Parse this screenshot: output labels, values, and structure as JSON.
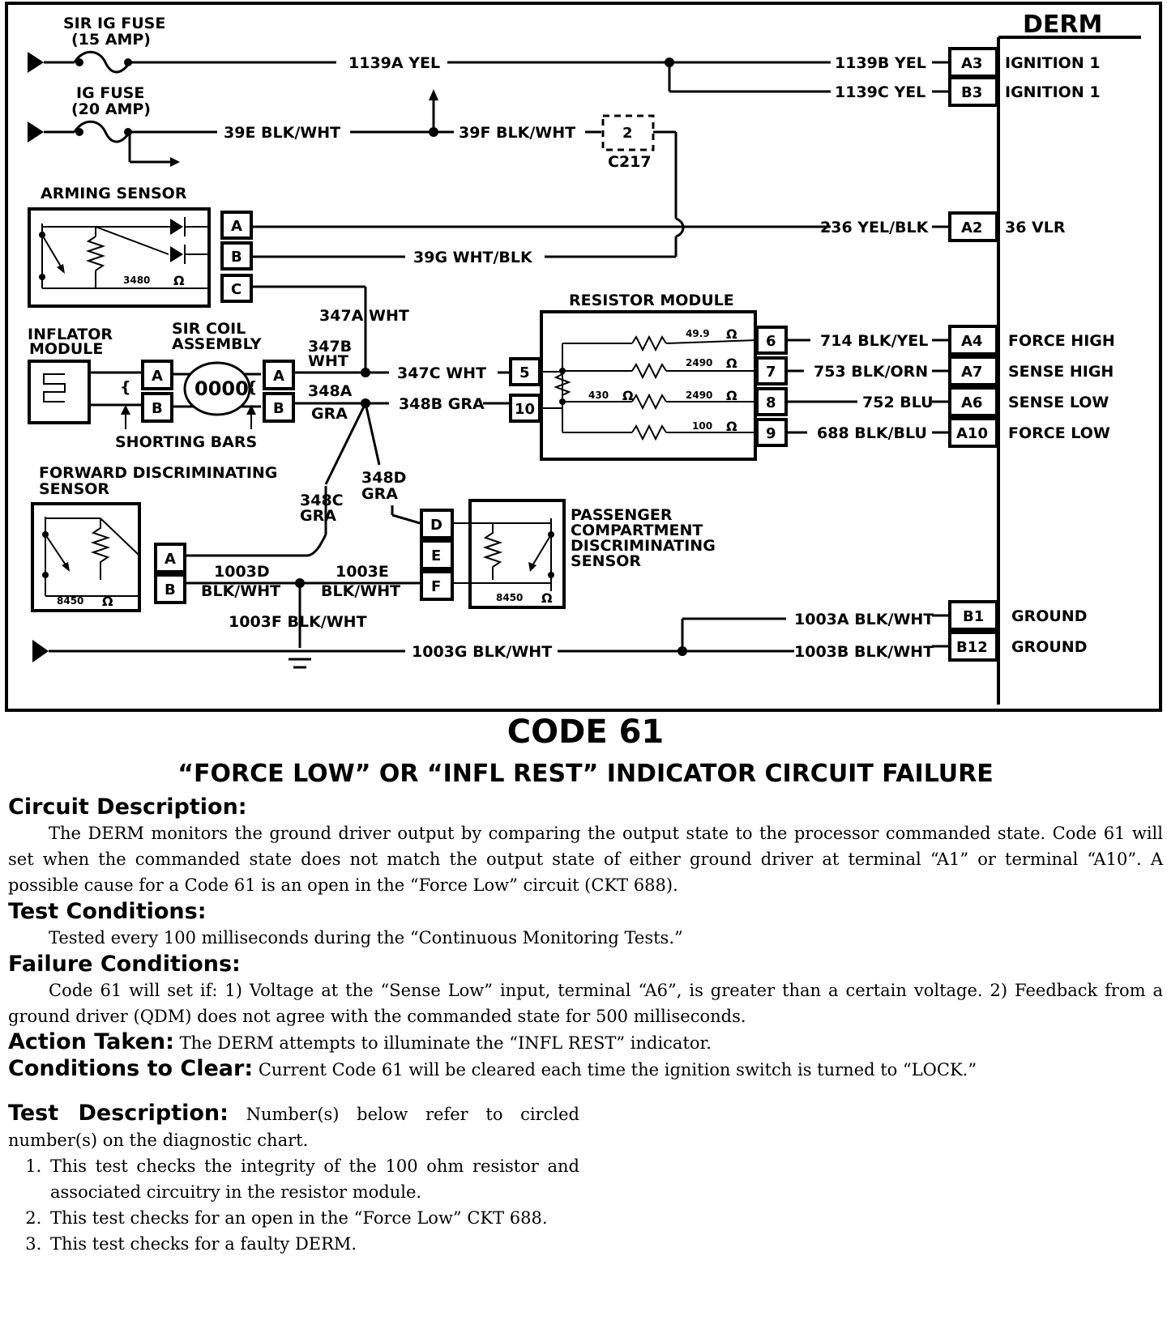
{
  "diagram": {
    "labels": {
      "sir_ig_fuse": "SIR IG FUSE",
      "sir_ig_fuse_rating": "(15 AMP)",
      "ig_fuse": "IG FUSE",
      "ig_fuse_rating": "(20 AMP)",
      "derm": "DERM",
      "arming_sensor": "ARMING SENSOR",
      "inflator_module_1": "INFLATOR",
      "inflator_module_2": "MODULE",
      "sir_coil_1": "SIR COIL",
      "sir_coil_2": "ASSEMBLY",
      "shorting_bars": "SHORTING BARS",
      "resistor_module": "RESISTOR MODULE",
      "fwd_sensor_1": "FORWARD DISCRIMINATING",
      "fwd_sensor_2": "SENSOR",
      "pass_sensor_1": "PASSENGER",
      "pass_sensor_2": "COMPARTMENT",
      "pass_sensor_3": "DISCRIMINATING",
      "pass_sensor_4": "SENSOR",
      "c217": "C217",
      "c217_pin": "2"
    },
    "wires": {
      "w1139a": "1139A YEL",
      "w1139b": "1139B YEL",
      "w1139c": "1139C YEL",
      "w39e": "39E BLK/WHT",
      "w39f": "39F BLK/WHT",
      "w236": "236 YEL/BLK",
      "w39g": "39G WHT/BLK",
      "w347a": "347A WHT",
      "w347b_1": "347B",
      "w347b_2": "WHT",
      "w347c": "347C WHT",
      "w348a_1": "348A",
      "w348a_2": "GRA",
      "w348b": "348B GRA",
      "w348c_1": "348C",
      "w348c_2": "GRA",
      "w348d_1": "348D",
      "w348d_2": "GRA",
      "w714": "714 BLK/YEL",
      "w753": "753 BLK/ORN",
      "w752": "752 BLU",
      "w688": "688 BLK/BLU",
      "w1003d_1": "1003D",
      "w1003d_2": "BLK/WHT",
      "w1003e_1": "1003E",
      "w1003e_2": "BLK/WHT",
      "w1003f": "1003F BLK/WHT",
      "w1003g": "1003G BLK/WHT",
      "w1003a": "1003A BLK/WHT",
      "w1003b": "1003B BLK/WHT"
    },
    "derm_pins": [
      {
        "pin": "A3",
        "func": "IGNITION 1"
      },
      {
        "pin": "B3",
        "func": "IGNITION 1"
      },
      {
        "pin": "A2",
        "func": "36 VLR"
      },
      {
        "pin": "A4",
        "func": "FORCE HIGH"
      },
      {
        "pin": "A7",
        "func": "SENSE HIGH"
      },
      {
        "pin": "A6",
        "func": "SENSE LOW"
      },
      {
        "pin": "A10",
        "func": "FORCE LOW"
      },
      {
        "pin": "B1",
        "func": "GROUND"
      },
      {
        "pin": "B12",
        "func": "GROUND"
      }
    ],
    "arming_pins": [
      "A",
      "B",
      "C"
    ],
    "arming_resistor": "3480",
    "ohm": "Ω",
    "resistor_module_pins": [
      "5",
      "10",
      "6",
      "7",
      "8",
      "9"
    ],
    "resistor_values": [
      "49.9",
      "2490",
      "430",
      "2490",
      "100"
    ],
    "inflator_pins": [
      "A",
      "B"
    ],
    "coil_pins": [
      "A",
      "B"
    ],
    "coil_symbol": "0000",
    "fwd_pins": [
      "A",
      "B"
    ],
    "fwd_resistor": "8450",
    "pass_pins": [
      "D",
      "E",
      "F"
    ],
    "pass_resistor": "8450"
  },
  "doc": {
    "code_title": "CODE 61",
    "subtitle": "“FORCE LOW” OR “INFL REST” INDICATOR CIRCUIT FAILURE",
    "circuit_desc_head": "Circuit Description:",
    "circuit_desc": "The DERM monitors the ground driver output by comparing the output state to the processor commanded state. Code 61 will set when the commanded state does not match the output state of either ground driver at terminal “A1” or terminal “A10”. A possible cause for a Code 61 is an open in the “Force Low” circuit (CKT 688).",
    "test_cond_head": "Test Conditions:",
    "test_cond": "Tested every 100 milliseconds during the “Continuous Monitoring Tests.”",
    "fail_cond_head": "Failure Conditions:",
    "fail_cond": "Code 61 will set if: 1) Voltage at the “Sense Low” input, terminal “A6”, is greater than a certain voltage. 2) Feedback from a ground driver (QDM) does not agree with the commanded state for 500 milliseconds.",
    "action_head": "Action Taken:",
    "action": "The DERM attempts to illuminate the “INFL REST” indicator.",
    "clear_head": "Conditions to Clear:",
    "clear": "Current Code 61 will be cleared each time the ignition switch is turned to “LOCK.”",
    "test_desc_head": "Test Description:",
    "test_desc_intro": "Number(s) below refer to circled number(s) on the diagnostic chart.",
    "test_items": [
      "This test checks the integrity of the 100 ohm resistor and associated circuitry in the resistor module.",
      "This test checks for an open in the “Force Low” CKT 688.",
      "This test checks for a faulty DERM."
    ]
  }
}
